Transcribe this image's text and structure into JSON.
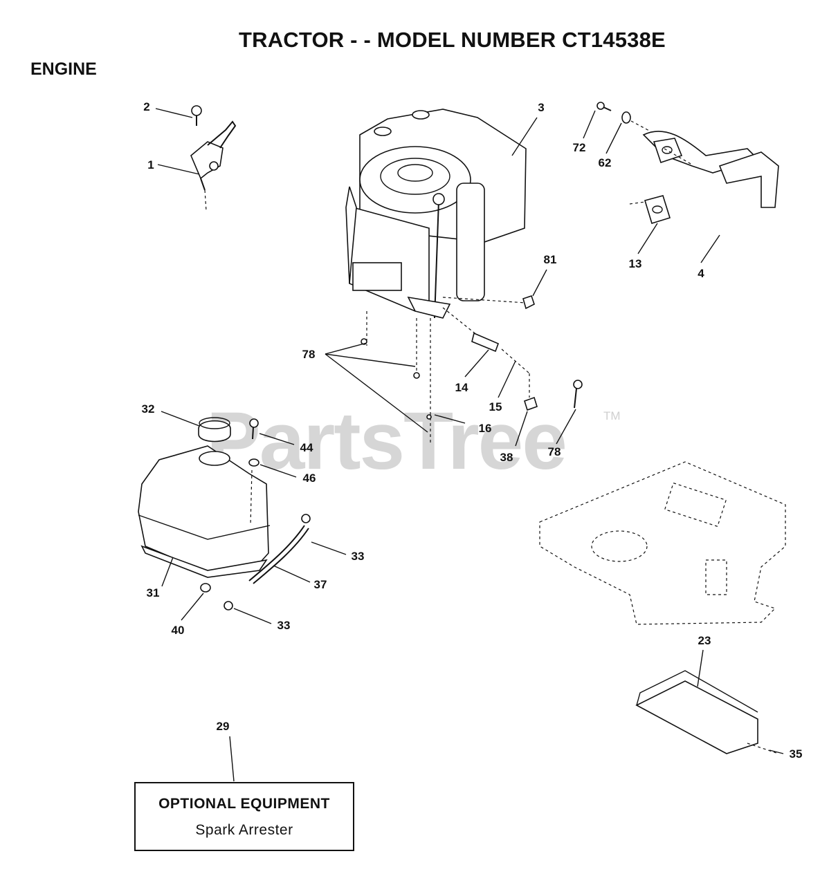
{
  "title": "TRACTOR - - MODEL NUMBER CT14538E",
  "section": "ENGINE",
  "watermark": "PartsTree",
  "watermark_tm": "TM",
  "optional_box": {
    "heading": "OPTIONAL EQUIPMENT",
    "item": "Spark Arrester"
  },
  "callouts": [
    {
      "id": "c2",
      "label": "2"
    },
    {
      "id": "c1",
      "label": "1"
    },
    {
      "id": "c3",
      "label": "3"
    },
    {
      "id": "c72",
      "label": "72"
    },
    {
      "id": "c62",
      "label": "62"
    },
    {
      "id": "c13",
      "label": "13"
    },
    {
      "id": "c4",
      "label": "4"
    },
    {
      "id": "c81",
      "label": "81"
    },
    {
      "id": "c78a",
      "label": "78"
    },
    {
      "id": "c14",
      "label": "14"
    },
    {
      "id": "c15",
      "label": "15"
    },
    {
      "id": "c16",
      "label": "16"
    },
    {
      "id": "c38",
      "label": "38"
    },
    {
      "id": "c78b",
      "label": "78"
    },
    {
      "id": "c32",
      "label": "32"
    },
    {
      "id": "c44",
      "label": "44"
    },
    {
      "id": "c46",
      "label": "46"
    },
    {
      "id": "c33a",
      "label": "33"
    },
    {
      "id": "c37",
      "label": "37"
    },
    {
      "id": "c31",
      "label": "31"
    },
    {
      "id": "c40",
      "label": "40"
    },
    {
      "id": "c33b",
      "label": "33"
    },
    {
      "id": "c23",
      "label": "23"
    },
    {
      "id": "c29",
      "label": "29"
    },
    {
      "id": "c35",
      "label": "35"
    }
  ]
}
